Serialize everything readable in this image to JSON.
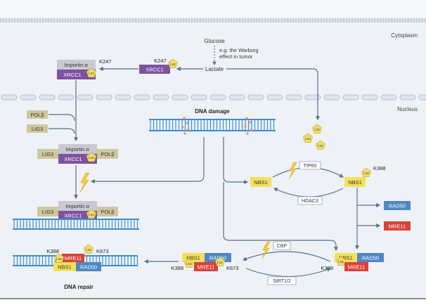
{
  "regions": {
    "cytoplasm": "Cytoplasm",
    "nucleus": "Nucleus"
  },
  "inputs": {
    "glucose": "Glucose",
    "warburg_line1": "e.g. the Warburg",
    "warburg_line2": "effect in tumor",
    "lactate": "Lactate"
  },
  "proteins": {
    "importin": "Importin α",
    "xrcc1": "XRCC1",
    "lig3": "LIG3",
    "polb": "POLβ",
    "nbs1": "NBS1",
    "rad50": "RAD50",
    "mre11": "MRE11"
  },
  "marks": {
    "lac": "Lac",
    "k247": "K247",
    "k388": "K388",
    "k673": "K673"
  },
  "enzymes": {
    "tip60": "TIP60",
    "hdac3": "HDAC3",
    "cbp": "CBP",
    "sirt": "SIRT1/2"
  },
  "labels": {
    "dna_damage": "DNA damage",
    "dna_repair": "DNA repair"
  },
  "colors": {
    "importin": "#c9c9d1",
    "xrcc1": "#7e52a0",
    "lig3": "#cfc79f",
    "polb": "#cfc79f",
    "nbs1": "#f3e15a",
    "rad50": "#4e87c4",
    "mre11": "#d8423a",
    "lac": "#f3dc6a",
    "dna": "#3d8fd3",
    "arrow": "#5a6e8c"
  }
}
